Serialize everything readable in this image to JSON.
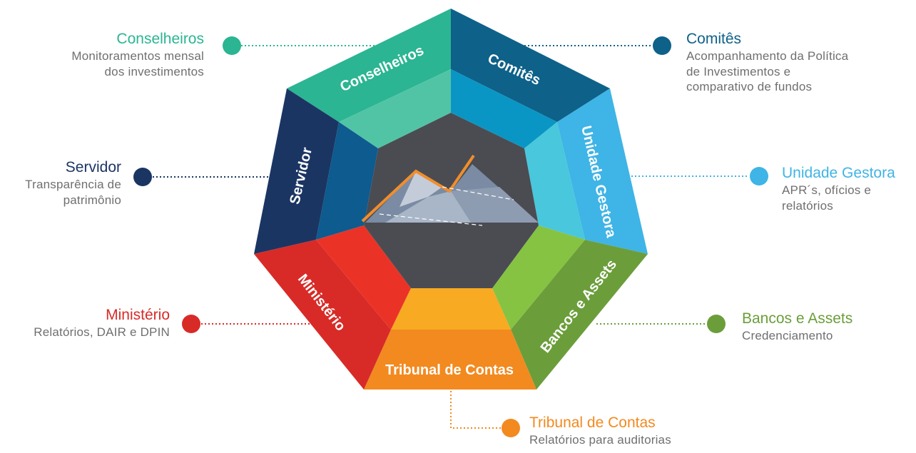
{
  "segments": {
    "conselheiros": "Conselheiros",
    "comites": "Comitês",
    "unidade_gestora": "Unidade Gestora",
    "bancos_assets": "Bancos e Assets",
    "tribunal": "Tribunal de Contas",
    "ministerio": "Ministério",
    "servidor": "Servidor"
  },
  "callouts": {
    "conselheiros": {
      "title": "Conselheiros",
      "desc_line1": "Monitoramentos mensal",
      "desc_line2": "dos investimentos"
    },
    "comites": {
      "title": "Comitês",
      "desc_line1": "Acompanhamento da Política",
      "desc_line2": "de Investimentos e",
      "desc_line3": "comparativo de fundos"
    },
    "servidor": {
      "title": "Servidor",
      "desc_line1": "Transparência de",
      "desc_line2": "patrimônio"
    },
    "unidade_gestora": {
      "title": "Unidade Gestora",
      "desc_line1": "APR´s, ofícios e",
      "desc_line2": "relatórios"
    },
    "ministerio": {
      "title": "Ministério",
      "desc_line1": "Relatórios, DAIR e DPIN"
    },
    "bancos_assets": {
      "title": "Bancos e Assets",
      "desc_line1": "Credenciamento"
    },
    "tribunal": {
      "title": "Tribunal de Contas",
      "desc_line1": "Relatórios para auditorias"
    }
  },
  "colors": {
    "conselheiros": "#2bb592",
    "comites": "#0e6189",
    "unidade_gestora": "#3fb4e6",
    "bancos_assets": "#6b9e3a",
    "tribunal": "#f28a20",
    "ministerio": "#d82b27",
    "servidor": "#1b3563",
    "center": "#4a4c52"
  }
}
